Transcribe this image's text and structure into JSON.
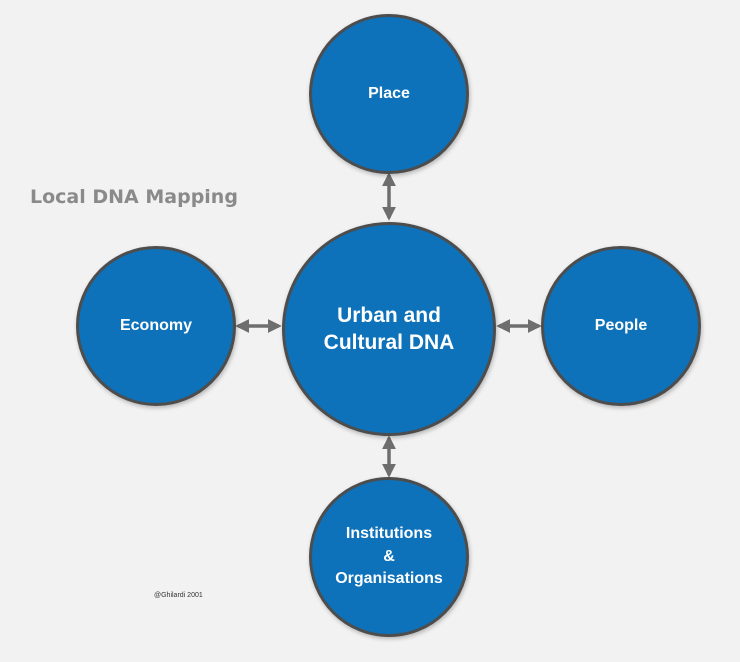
{
  "title": "Local DNA Mapping",
  "nodes": {
    "center": {
      "lines": [
        "Urban and",
        "Cultural DNA"
      ]
    },
    "place": {
      "label": "Place"
    },
    "economy": {
      "label": "Economy"
    },
    "people": {
      "label": "People"
    },
    "institutions": {
      "lines": [
        "Institutions",
        "&",
        "Organisations"
      ]
    }
  },
  "credit": "@Ghilardi 2001",
  "colors": {
    "background": "#f2f2f2",
    "circle_fill": "#0d72ba",
    "circle_border": "#4d4d4d",
    "arrow": "#6e6e6e",
    "title": "#8a8a8a",
    "node_text": "#ffffff"
  },
  "connections": [
    {
      "from": "center",
      "to": "place",
      "type": "bidirectional"
    },
    {
      "from": "center",
      "to": "economy",
      "type": "bidirectional"
    },
    {
      "from": "center",
      "to": "people",
      "type": "bidirectional"
    },
    {
      "from": "center",
      "to": "institutions",
      "type": "bidirectional"
    }
  ]
}
